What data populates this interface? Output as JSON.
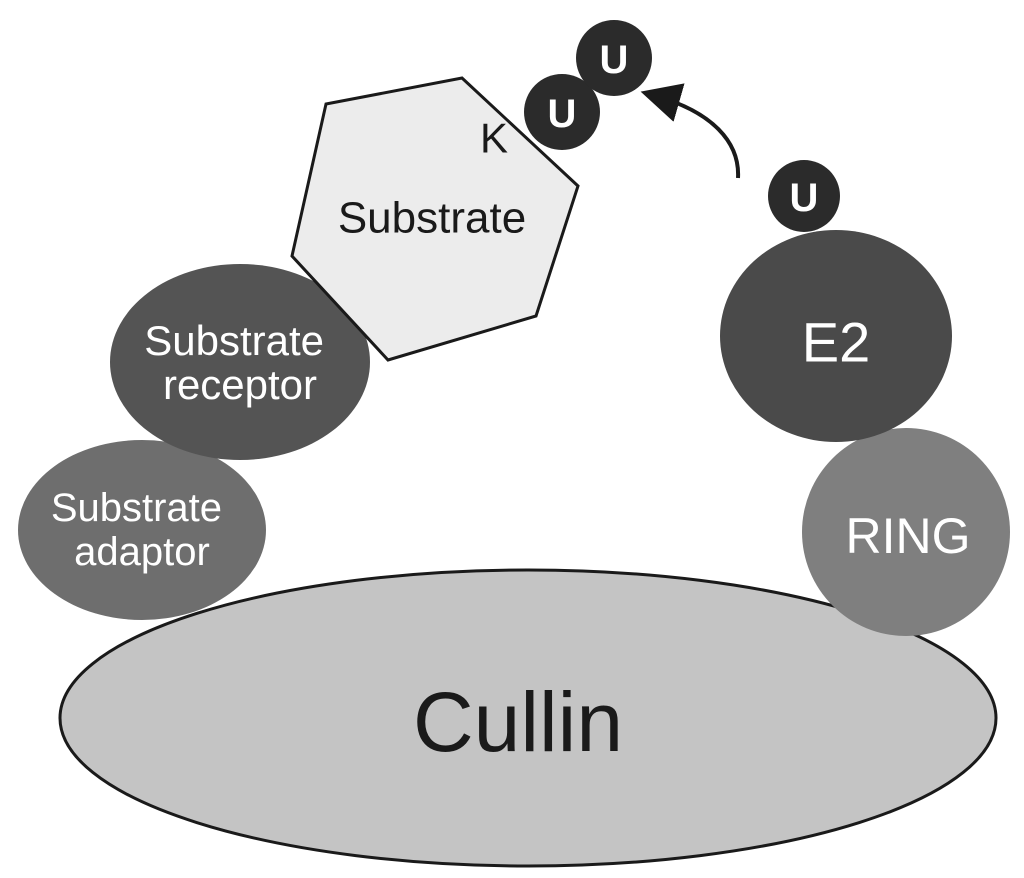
{
  "diagram": {
    "cullin": "Cullin",
    "ring": "RING",
    "e2": "E2",
    "substrate_adaptor": [
      "Substrate",
      "adaptor"
    ],
    "substrate_receptor": [
      "Substrate",
      "receptor"
    ],
    "substrate": "Substrate",
    "lysine": "K",
    "ubiquitin": "U"
  },
  "colors": {
    "cullin_fill": "#c4c4c4",
    "ring_fill": "#7f7f7f",
    "e2_fill": "#4a4a4a",
    "receptor_fill": "#545454",
    "adaptor_fill": "#6e6e6e",
    "substrate_fill": "#ececec",
    "ubiquitin_fill": "#2b2b2b",
    "outline": "#1a1a1a",
    "light_text": "#ffffff",
    "dark_text": "#1a1a1a"
  }
}
